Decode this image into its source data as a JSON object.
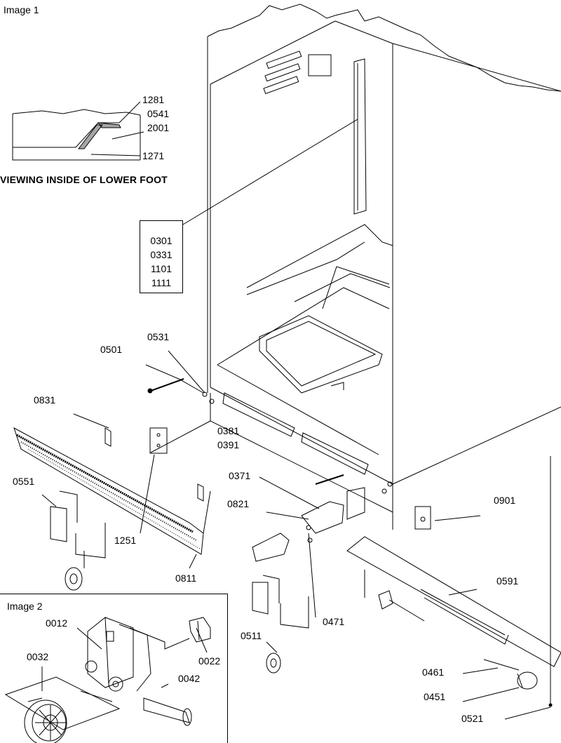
{
  "captions": {
    "image1": "Image 1",
    "image2": "Image 2",
    "foot_view": "VIEWING INSIDE OF LOWER FOOT"
  },
  "box_parts": [
    "0301",
    "0331",
    "1101",
    "1111"
  ],
  "labels": {
    "p1281": "1281",
    "p0541": "0541",
    "p2001": "2001",
    "p1271": "1271",
    "p0501": "0501",
    "p0531": "0531",
    "p0831": "0831",
    "p0381": "0381",
    "p0391": "0391",
    "p0371": "0371",
    "p0821": "0821",
    "p0551": "0551",
    "p1251": "1251",
    "p0811": "0811",
    "p0901": "0901",
    "p0591": "0591",
    "p0471": "0471",
    "p0511": "0511",
    "p0461": "0461",
    "p0451": "0451",
    "p0521": "0521",
    "p0012": "0012",
    "p0032": "0032",
    "p0022": "0022",
    "p0042": "0042"
  }
}
